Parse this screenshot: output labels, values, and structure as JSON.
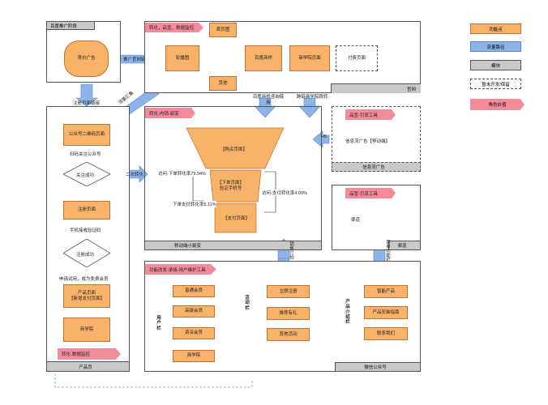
{
  "colors": {
    "function": "#f8b26a",
    "flow_path": "#8cb4e8",
    "module": "#c9c9c9",
    "role": "#f48a9a"
  },
  "legend": {
    "function": "功能点",
    "flow_path": "流量路径",
    "module": "模块",
    "pending": "暂未开发/保留",
    "role": "角色价值"
  },
  "promo": {
    "label": "百度推广阶段",
    "ad": "竞价广告"
  },
  "website": {
    "tag": "转化，品宣，数据监控",
    "home": "首页图",
    "carousel": "轮播图",
    "baidu_bridge": "百度商桥",
    "school_page": "商学院页面",
    "other": "其他",
    "paid_page": "付费页面",
    "label": "官网"
  },
  "arrows": {
    "promo_to_site": "推广官网链接",
    "register_link": "注册页面链接",
    "traffic_gather": "流量汇集",
    "baidu_consult": "百度商桥咨询链接",
    "school_jump": "跨链商学院跳转",
    "h5": "H5",
    "second_convert": "二次转化",
    "sales_enter": "销售介绍",
    "menu_convert": "菜单功能栏"
  },
  "product_page": {
    "qr": "公众号二维码页面",
    "scan": "扫码关注公众号",
    "follow": "关注成功",
    "register": "注册页面",
    "phone": "手机接收验证码",
    "reg_ok": "注册成功",
    "trial": "申请试用，成为免费会员",
    "product": "产品页面\n【新增支付页面】",
    "school": "商学院",
    "role": "转化-数据监控",
    "label": "产品页"
  },
  "funnel": {
    "role": "转化-内销-裂变",
    "purchase": "【购买页面】",
    "register": "【下单页面】\n验证手机号",
    "pay": "【支付页面】",
    "rate_visit_order": "访问-下单转化率79.94%",
    "rate_order_pay": "下单支付转化率5.11%",
    "rate_visit_pay": "访问-支付转化率4.09%",
    "label": "移动端小裂变"
  },
  "info_ads": {
    "role": "品宣-引流工具",
    "desc": "信息流广告【移动端】",
    "label": "信息流广告"
  },
  "channel": {
    "role": "品宣-引流工具",
    "desc": "渠道",
    "label": "渠道"
  },
  "wechat": {
    "role": "功能改发-承接-用户维护工具",
    "user_col": "用户栏",
    "user_items": [
      "普通会员",
      "高级会员",
      "资深会员",
      "商学院"
    ],
    "activity_col": "活动栏",
    "activity_items": [
      "立即注册",
      "推荐有礼",
      "其他活动"
    ],
    "product_col": "产品介绍栏",
    "product_items": [
      "智能产品",
      "产品安装指南",
      "联系我们"
    ],
    "label": "微信公众号"
  }
}
